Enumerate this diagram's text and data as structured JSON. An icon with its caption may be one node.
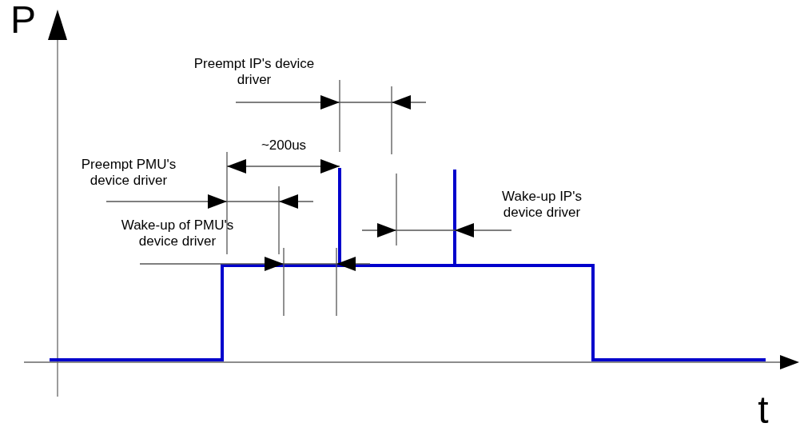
{
  "diagram": {
    "labels": [
      "P",
      "Preempt IP's device driver",
      "~200us",
      "Preempt PMU's device driver",
      "Wake-up of PMU's device driver",
      "Wake-up IP's device driver",
      "t"
    ]
  }
}
